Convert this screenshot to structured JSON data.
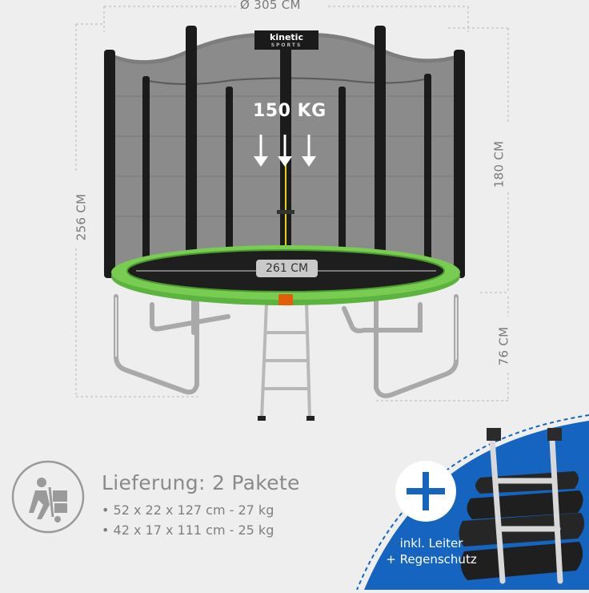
{
  "dimensions": {
    "diameter": "Ø 305 CM",
    "total_height": "256 CM",
    "net_height": "180 CM",
    "frame_height": "76 CM",
    "mat_diameter": "261 CM"
  },
  "weight_limit": "150 KG",
  "brand": {
    "name": "kinetic",
    "tagline": "SPORTS"
  },
  "delivery": {
    "title": "Lieferung: 2 Pakete",
    "packages": [
      "52 x 22 x 127 cm - 27 kg",
      "42 x 17 x 111 cm - 25 kg"
    ]
  },
  "promo": {
    "line1": "inkl. Leiter",
    "line2": "+ Regenschutz"
  },
  "icons": {
    "delivery": "delivery-hand-truck-icon",
    "plus": "plus-icon"
  },
  "colors": {
    "background": "#eeeeee",
    "promo_blue": "#1565c0",
    "mat_green": "#6cc24a",
    "net_black": "#1b1b1b"
  }
}
